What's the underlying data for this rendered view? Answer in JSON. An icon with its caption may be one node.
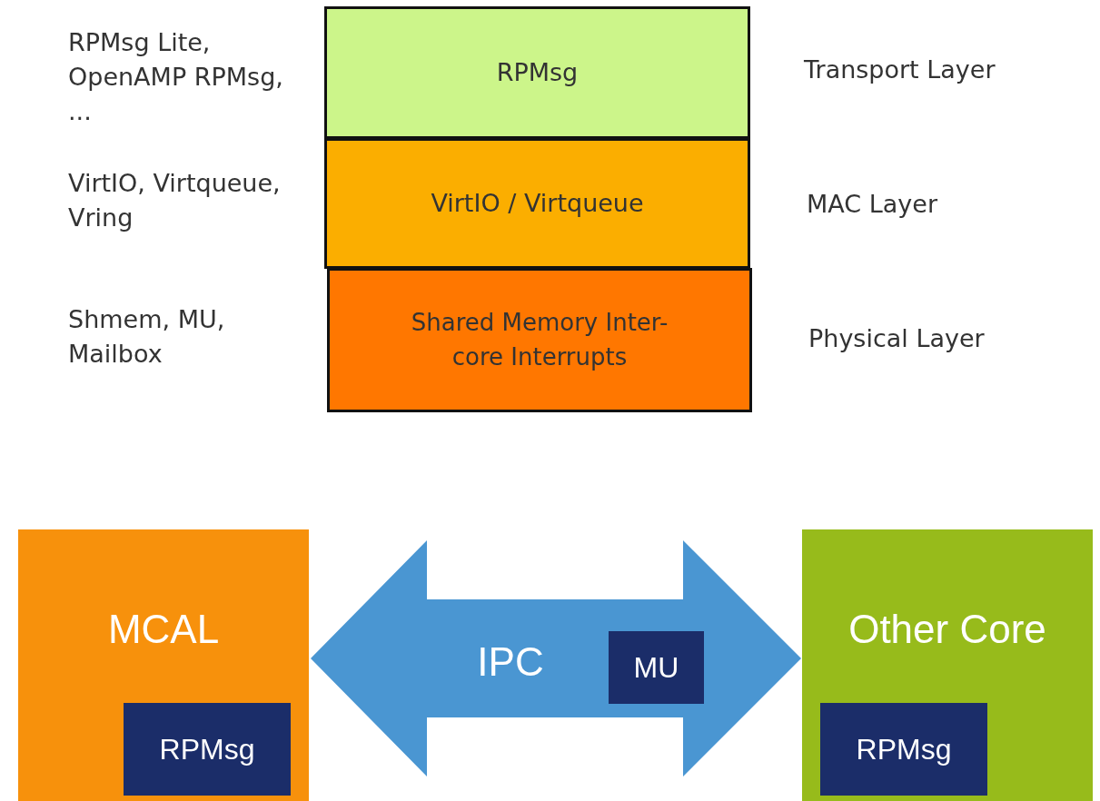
{
  "diagram": {
    "nodes": [
      {
        "text": [
          "RPMsg"
        ]
      },
      {
        "text": [
          "VirtIO / Virtqueue"
        ]
      },
      {
        "text": [
          "Shared Memory Inter-core Interrupts"
        ]
      },
      {
        "text": [
          "MCAL"
        ]
      },
      {
        "text": [
          "RPMsg"
        ],
        "in": 3
      },
      {
        "text": [
          "IPC"
        ]
      },
      {
        "text": [
          "MU"
        ],
        "in": 5
      },
      {
        "text": [
          "Other Core"
        ]
      },
      {
        "text": [
          "RPMsg"
        ],
        "in": 7
      }
    ],
    "labels": [
      "RPMsg Lite, OpenAMP RPMsg, ...",
      "Transport Layer",
      "VirtIO, Virtqueue, Vring",
      "MAC Layer",
      "Shmem, MU, Mailbox",
      "Physical Layer"
    ]
  }
}
